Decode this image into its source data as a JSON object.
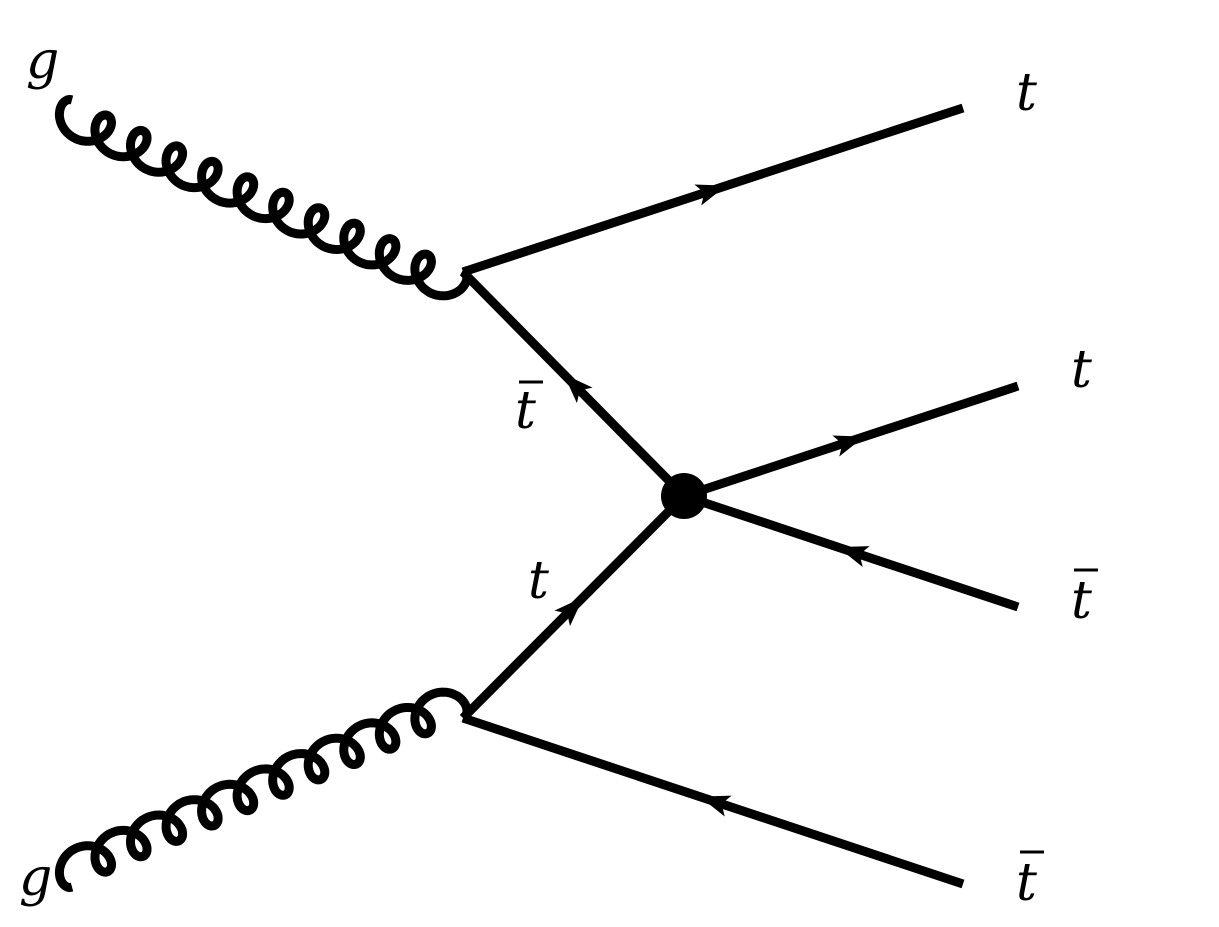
{
  "diagram": {
    "labels": {
      "gluon_top": "g",
      "gluon_bottom": "g",
      "out_top": "t",
      "out_middle_upper": "t",
      "out_middle_lower": "t",
      "out_bottom": "t",
      "prop_upper": "t",
      "prop_lower": "t"
    },
    "antiparticle_bar": {
      "out_middle_lower": true,
      "out_bottom": true,
      "prop_upper": true
    },
    "vertex_style": "filled-blob",
    "color": "#000000"
  }
}
